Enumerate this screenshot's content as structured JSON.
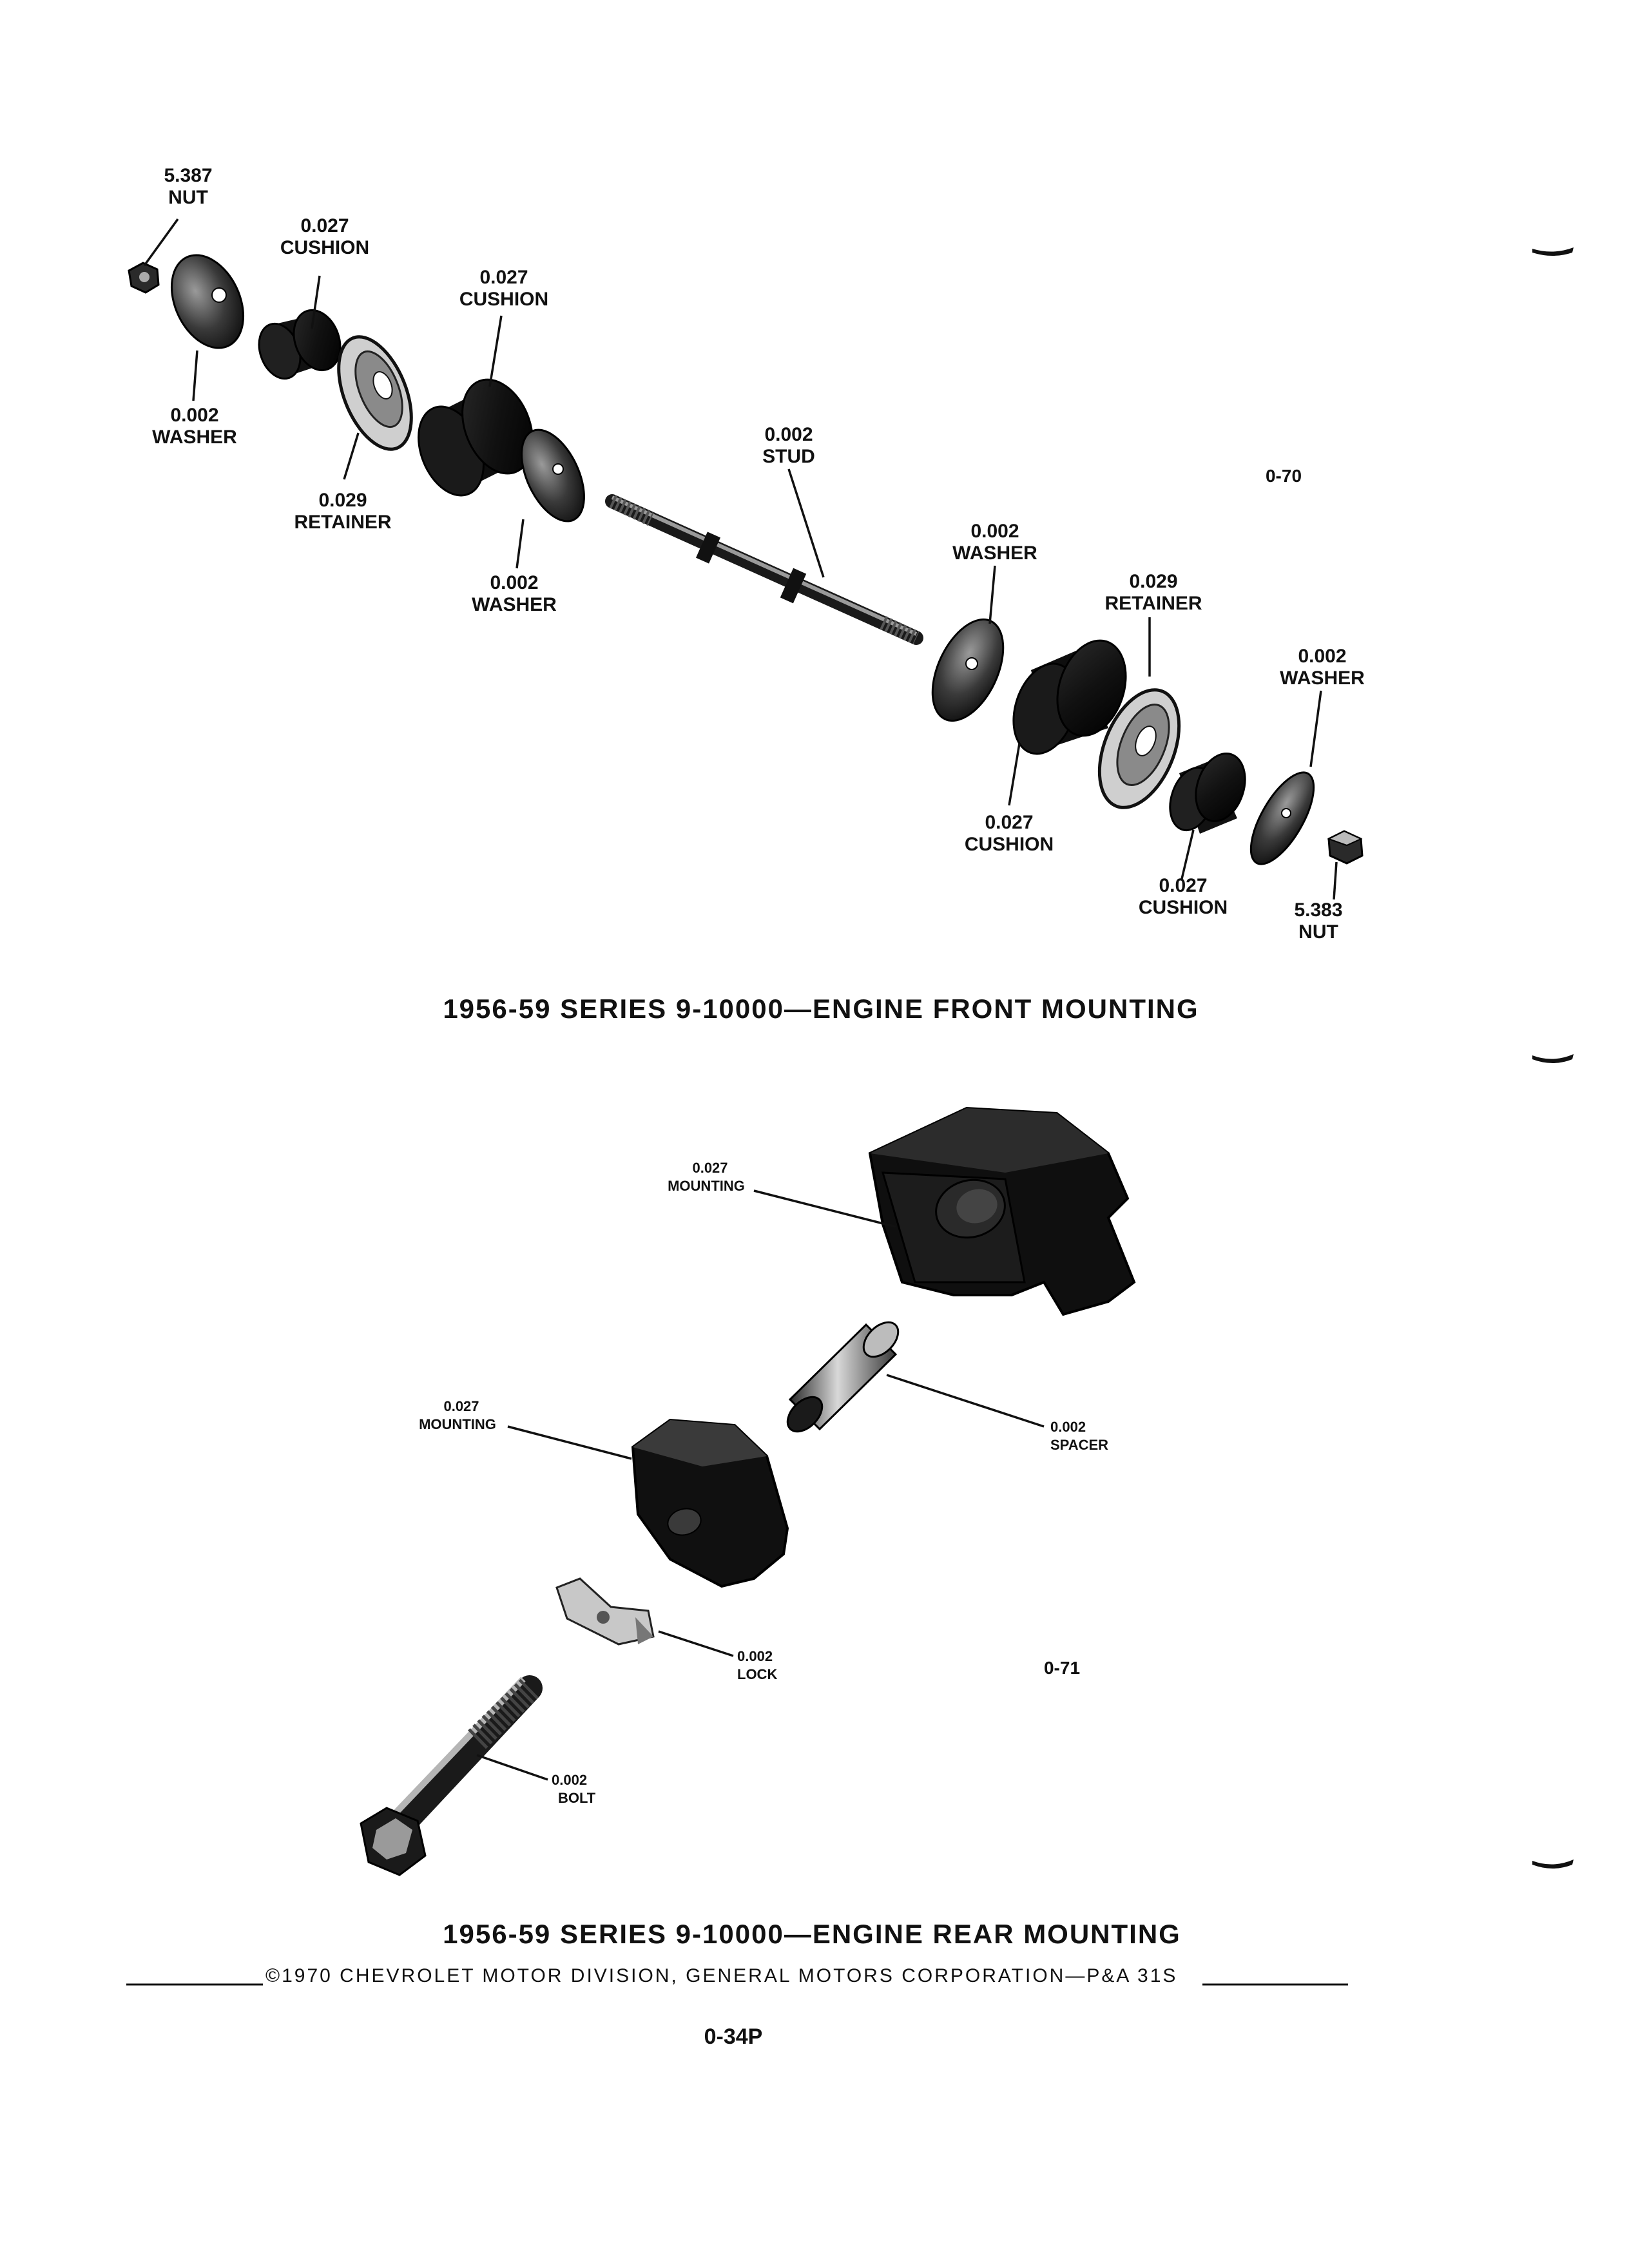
{
  "front_mounting": {
    "title": "1956-59 SERIES 9-10000—ENGINE FRONT MOUNTING",
    "figure_number": "0-70",
    "callouts": [
      {
        "id": "nut_left",
        "number": "5.387",
        "name": "NUT"
      },
      {
        "id": "cushion_left_small",
        "number": "0.027",
        "name": "CUSHION"
      },
      {
        "id": "cushion_left_large",
        "number": "0.027",
        "name": "CUSHION"
      },
      {
        "id": "washer_left_outer",
        "number": "0.002",
        "name": "WASHER"
      },
      {
        "id": "retainer_left",
        "number": "0.029",
        "name": "RETAINER"
      },
      {
        "id": "washer_left_inner",
        "number": "0.002",
        "name": "WASHER"
      },
      {
        "id": "stud",
        "number": "0.002",
        "name": "STUD"
      },
      {
        "id": "washer_right_inner",
        "number": "0.002",
        "name": "WASHER"
      },
      {
        "id": "retainer_right",
        "number": "0.029",
        "name": "RETAINER"
      },
      {
        "id": "washer_right_outer",
        "number": "0.002",
        "name": "WASHER"
      },
      {
        "id": "cushion_right_large",
        "number": "0.027",
        "name": "CUSHION"
      },
      {
        "id": "cushion_right_small",
        "number": "0.027",
        "name": "CUSHION"
      },
      {
        "id": "nut_right",
        "number": "5.383",
        "name": "NUT"
      }
    ]
  },
  "rear_mounting": {
    "title": "1956-59 SERIES 9-10000—ENGINE REAR MOUNTING",
    "figure_number": "0-71",
    "callouts": [
      {
        "id": "mounting_upper",
        "number": "0.027",
        "name": "MOUNTING"
      },
      {
        "id": "mounting_lower",
        "number": "0.027",
        "name": "MOUNTING"
      },
      {
        "id": "spacer",
        "number": "0.002",
        "name": "SPACER"
      },
      {
        "id": "lock",
        "number": "0.002",
        "name": "LOCK"
      },
      {
        "id": "bolt",
        "number": "0.002",
        "name": "BOLT"
      }
    ]
  },
  "footer": {
    "copyright": "©1970 CHEVROLET MOTOR DIVISION, GENERAL MOTORS CORPORATION—P&A 31S",
    "page_number": "0-34P"
  }
}
